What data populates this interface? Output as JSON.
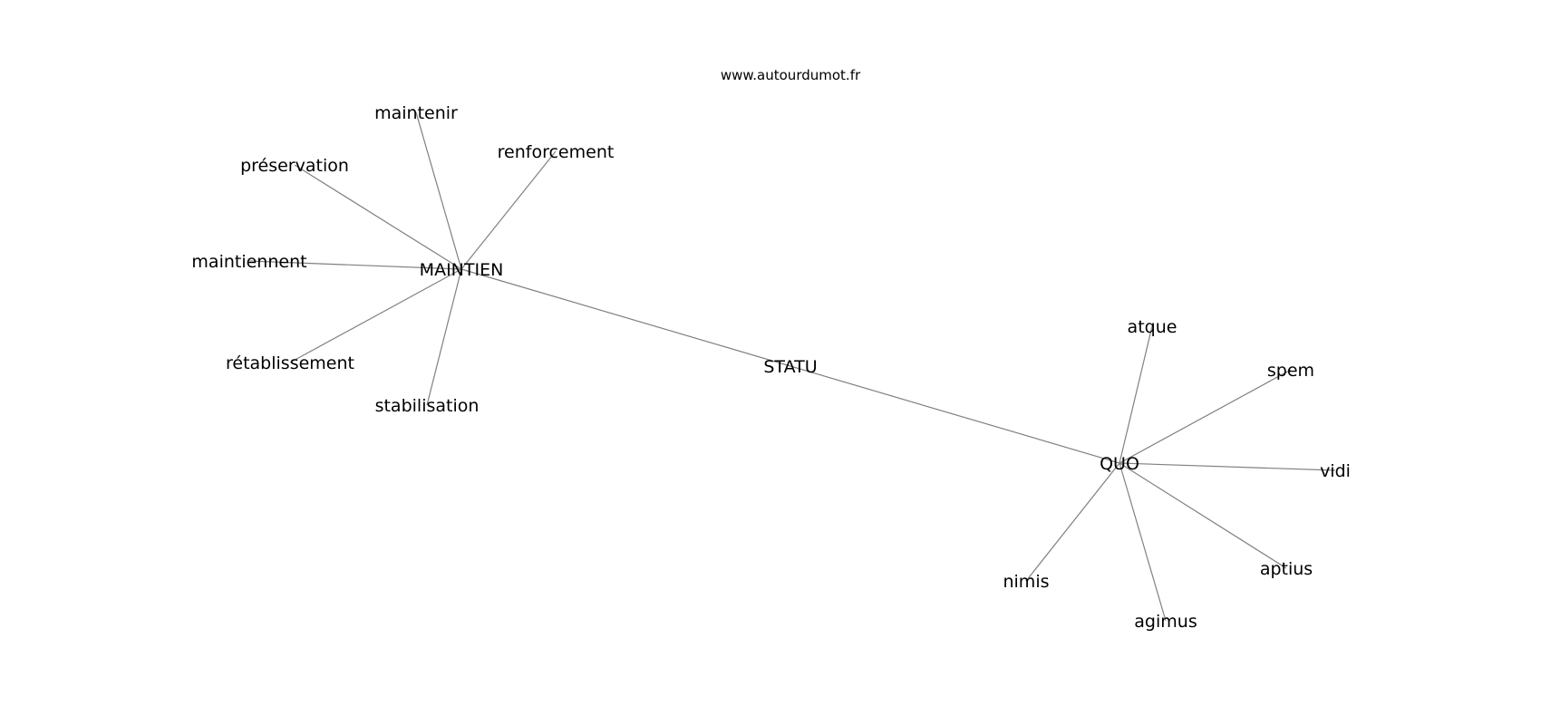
{
  "watermark": "www.autourdumot.fr",
  "nodes": [
    {
      "id": "statu",
      "label": "STATU",
      "kind": "center"
    },
    {
      "id": "maintien",
      "label": "MAINTIEN",
      "kind": "hub"
    },
    {
      "id": "quo",
      "label": "QUO",
      "kind": "hub"
    },
    {
      "id": "maintenir",
      "label": "maintenir",
      "kind": "leaf"
    },
    {
      "id": "renforcement",
      "label": "renforcement",
      "kind": "leaf"
    },
    {
      "id": "preservation",
      "label": "préservation",
      "kind": "leaf"
    },
    {
      "id": "maintiennent",
      "label": "maintiennent",
      "kind": "leaf"
    },
    {
      "id": "retablissement",
      "label": "rétablissement",
      "kind": "leaf"
    },
    {
      "id": "stabilisation",
      "label": "stabilisation",
      "kind": "leaf"
    },
    {
      "id": "atque",
      "label": "atque",
      "kind": "leaf"
    },
    {
      "id": "spem",
      "label": "spem",
      "kind": "leaf"
    },
    {
      "id": "vidi",
      "label": "vidi",
      "kind": "leaf"
    },
    {
      "id": "aptius",
      "label": "aptius",
      "kind": "leaf"
    },
    {
      "id": "agimus",
      "label": "agimus",
      "kind": "leaf"
    },
    {
      "id": "nimis",
      "label": "nimis",
      "kind": "leaf"
    }
  ],
  "edges": [
    [
      "maintien",
      "statu"
    ],
    [
      "statu",
      "quo"
    ],
    [
      "maintien",
      "maintenir"
    ],
    [
      "maintien",
      "renforcement"
    ],
    [
      "maintien",
      "preservation"
    ],
    [
      "maintien",
      "maintiennent"
    ],
    [
      "maintien",
      "retablissement"
    ],
    [
      "maintien",
      "stabilisation"
    ],
    [
      "quo",
      "atque"
    ],
    [
      "quo",
      "spem"
    ],
    [
      "quo",
      "vidi"
    ],
    [
      "quo",
      "aptius"
    ],
    [
      "quo",
      "agimus"
    ],
    [
      "quo",
      "nimis"
    ]
  ],
  "colors": {
    "edge": "#808080",
    "text": "#000000",
    "background": "#ffffff"
  }
}
